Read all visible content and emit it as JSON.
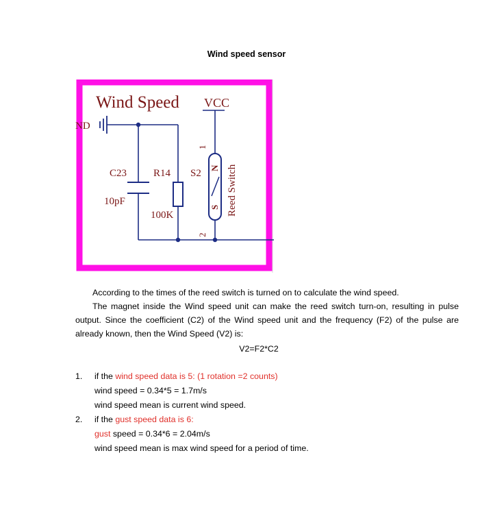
{
  "title": "Wind speed sensor",
  "figure": {
    "heading": "Wind Speed",
    "vcc": "VCC",
    "gnd": "ND",
    "c_ref": "C23",
    "c_val": "10pF",
    "r_ref": "R14",
    "r_val": "100K",
    "s_ref": "S2",
    "pin1": "1",
    "pin2": "2",
    "n": "N",
    "s": "S",
    "switch_label": "Reed Switch",
    "colors": {
      "frame": "#ff10e6",
      "wire": "#1c2c84",
      "text": "#7a1616"
    }
  },
  "text": {
    "line1": "According to the times of the reed switch is turned on to calculate the wind speed.",
    "line2": "The magnet inside the Wind speed unit can make the reed switch turn-on, resulting in pulse output. Since the coefficient (C2) of the Wind speed unit and the frequency (F2) of the pulse are already known, then the Wind Speed (V2) is:",
    "formula": "V2=F2*C2"
  },
  "list": [
    {
      "num": "1.",
      "lead": "if the ",
      "red": "wind speed data is 5: (1 rotation =2 counts)",
      "line2": "wind speed = 0.34*5 = 1.7m/s",
      "line3": "wind speed mean is current wind speed."
    },
    {
      "num": "2.",
      "lead": "if the ",
      "red": "gust speed data is 6:",
      "line2_red": "gust",
      "line2_rest": " speed = 0.34*6 = 2.04m/s",
      "line3": "wind speed mean is max wind speed for a period of time."
    }
  ]
}
